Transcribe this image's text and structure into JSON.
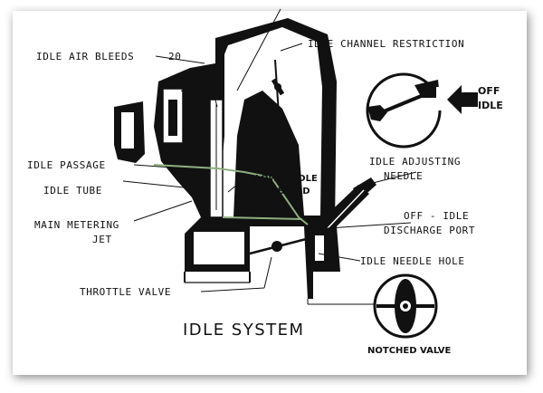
{
  "title": "IDLE SYSTEM",
  "labels": {
    "idle_air_bleeds": "IDLE AIR BLEEDS",
    "idle_channel_restriction": "IDLE CHANNEL RESTRICTION",
    "off_idle_arrow_line1": "OFF",
    "off_idle_arrow_line2": "IDLE",
    "idle_passage": "IDLE PASSAGE",
    "idle_tube": "IDLE TUBE",
    "lower_idle_air_bleed_line1": "LOWER IDLE",
    "lower_idle_air_bleed_line2": "AIR BLEED",
    "idle_adjusting_needle_line1": "IDLE ADJUSTING",
    "idle_adjusting_needle_line2": "NEEDLE",
    "main_metering_jet_line1": "MAIN METERING",
    "main_metering_jet_line2": "JET",
    "off_idle_discharge_port_line1": "OFF - IDLE",
    "off_idle_discharge_port_line2": "DISCHARGE PORT",
    "idle_needle_hole": "IDLE NEEDLE HOLE",
    "throttle_valve": "THROTTLE VALVE",
    "notched_valve": "NOTCHED VALVE"
  },
  "colors": {
    "ink": "#111111",
    "background": "#ffffff",
    "accent_green": "#8faf7f"
  }
}
